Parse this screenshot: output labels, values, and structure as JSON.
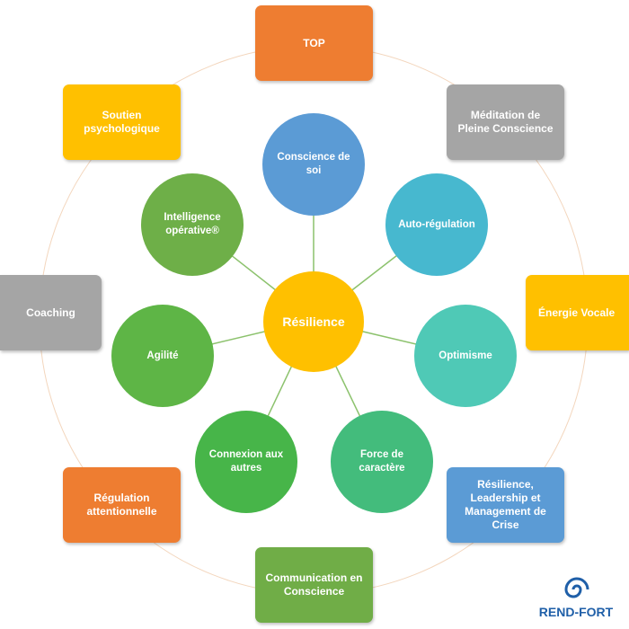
{
  "colors": {
    "orange": "#EE7D31",
    "gray": "#A5A5A5",
    "yellow": "#FFC000",
    "blue": "#5B9BD5",
    "green": "#70AD47",
    "teal": "#4FC1B2",
    "cyan": "#47B8CF",
    "bright_green": "#5EB546",
    "outer_ring": "#f3d6bd",
    "spoke": "#8cc26d"
  },
  "center": {
    "label": "Résilience",
    "color": "#FFC000"
  },
  "inner_circles": [
    {
      "label": "Conscience de soi",
      "color": "#5B9BD5"
    },
    {
      "label": "Auto-régulation",
      "color": "#47B8CF"
    },
    {
      "label": "Optimisme",
      "color": "#4FC9B6"
    },
    {
      "label": "Force de caractère",
      "color": "#43BC7C"
    },
    {
      "label": "Connexion aux autres",
      "color": "#47B549"
    },
    {
      "label": "Agilité",
      "color": "#5EB546"
    },
    {
      "label": "Intelligence opérative®",
      "color": "#6EAF48"
    }
  ],
  "outer_boxes": [
    {
      "label": "TOP",
      "color": "#EE7D31"
    },
    {
      "label": "Méditation de Pleine Conscience",
      "color": "#A5A5A5"
    },
    {
      "label": "Énergie Vocale",
      "color": "#FFC000"
    },
    {
      "label": "Résilience, Leadership et Management de Crise",
      "color": "#5B9BD5"
    },
    {
      "label": "Communication en Conscience",
      "color": "#70AD47"
    },
    {
      "label": "Régulation attentionnelle",
      "color": "#EE7D31"
    },
    {
      "label": "Coaching",
      "color": "#A5A5A5"
    },
    {
      "label": "Soutien psychologique",
      "color": "#FFC000"
    }
  ],
  "logo": {
    "text": "REND-FORT",
    "color": "#1F5FA8"
  }
}
